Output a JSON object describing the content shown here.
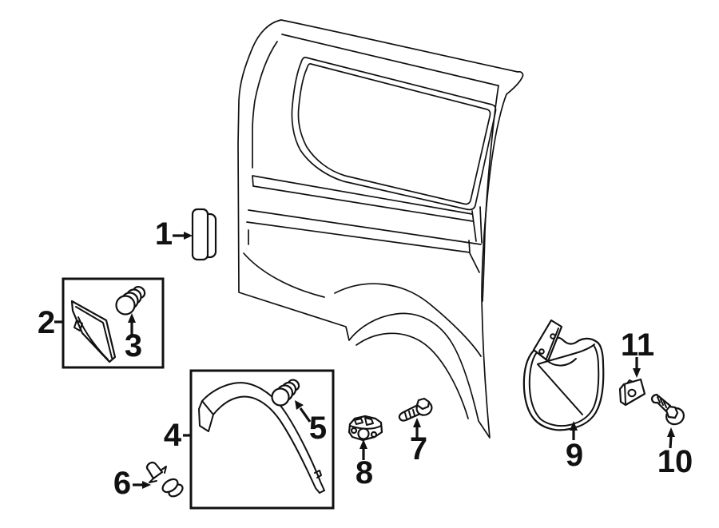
{
  "diagram": {
    "kind": "exploded-parts-line-drawing",
    "subject": "vehicle side panel and exterior trim components",
    "colors": {
      "background": "#ffffff",
      "line": "#111111"
    },
    "callouts": [
      {
        "label": "1",
        "part_name": "trim-pad"
      },
      {
        "label": "2",
        "part_name": "lower-molding"
      },
      {
        "label": "3",
        "part_name": "retainer-clip"
      },
      {
        "label": "4",
        "part_name": "wheel-arch-molding"
      },
      {
        "label": "5",
        "part_name": "retainer-clip"
      },
      {
        "label": "6",
        "part_name": "push-rivet"
      },
      {
        "label": "7",
        "part_name": "flange-bolt"
      },
      {
        "label": "8",
        "part_name": "clip-nut"
      },
      {
        "label": "9",
        "part_name": "mud-guard"
      },
      {
        "label": "10",
        "part_name": "flange-bolt"
      },
      {
        "label": "11",
        "part_name": "u-nut"
      }
    ]
  }
}
